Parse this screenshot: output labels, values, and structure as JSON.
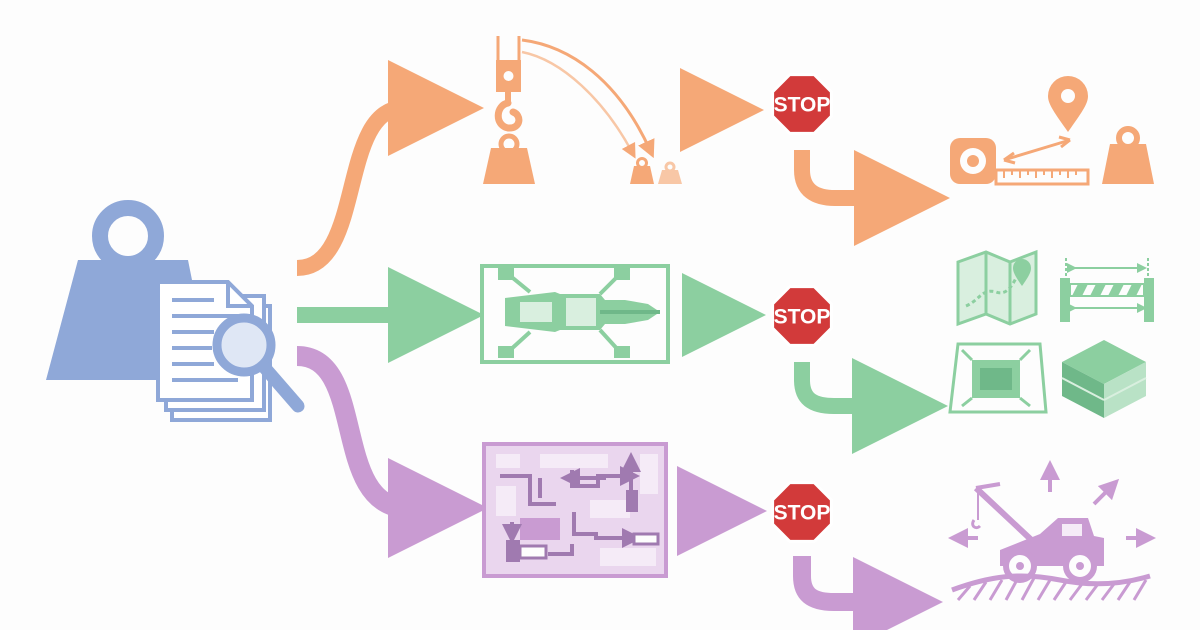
{
  "colors": {
    "source": "#8fa8d8",
    "source_light": "#dfe7f5",
    "orange": "#f5a877",
    "orange_light": "#f8c7a6",
    "green": "#8ccfa0",
    "green_light": "#d9efdf",
    "green_dark": "#6fb889",
    "purple": "#c99bd2",
    "purple_light": "#ead6ee",
    "stop_red": "#d23a3a",
    "stop_border": "#ffffff",
    "background": "#fdfdfd"
  },
  "source": {
    "icons": [
      "weight-icon",
      "documents-icon",
      "magnifier-icon"
    ]
  },
  "flows": [
    {
      "id": "lift",
      "color": "orange",
      "step": {
        "icons": [
          "crane-hook-icon",
          "weight-icon",
          "swing-path-icon",
          "small-weights-icon"
        ]
      },
      "stop_label": "STOP",
      "outcome": {
        "icons": [
          "tape-measure-icon",
          "location-pin-icon",
          "weight-icon"
        ]
      }
    },
    {
      "id": "setup",
      "color": "green",
      "step": {
        "icons": [
          "crane-top-view-icon",
          "outrigger-icon"
        ]
      },
      "stop_label": "STOP",
      "outcome": {
        "icons": [
          "site-map-icon",
          "barrier-width-icon",
          "outrigger-pad-icon",
          "ground-layers-icon"
        ]
      }
    },
    {
      "id": "route",
      "color": "purple",
      "step": {
        "icons": [
          "route-plan-icon"
        ]
      },
      "stop_label": "STOP",
      "outcome": {
        "icons": [
          "mobile-crane-icon",
          "direction-arrows-icon",
          "terrain-icon"
        ]
      }
    }
  ]
}
